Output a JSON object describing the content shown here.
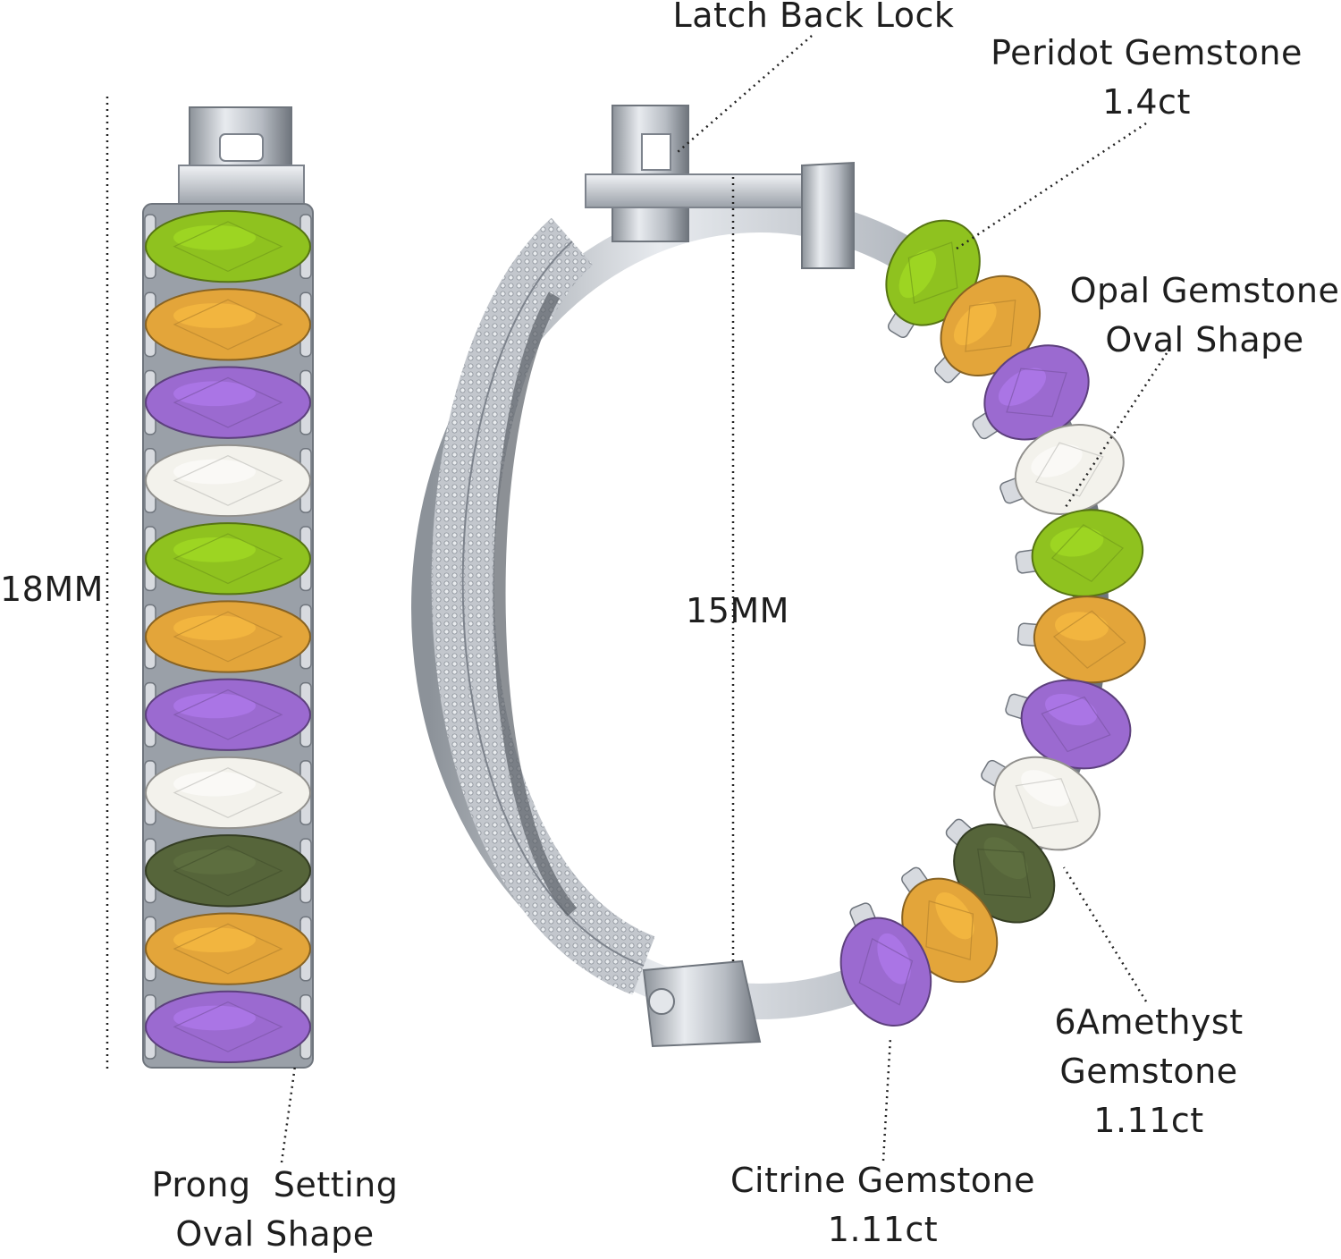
{
  "labels": {
    "latch": "Latch Back Lock",
    "peridot": [
      "Peridot Gemstone",
      "1.4ct"
    ],
    "opal": [
      "Opal Gemstone",
      "Oval Shape"
    ],
    "amethyst": [
      "6Amethyst",
      "Gemstone",
      "1.11ct"
    ],
    "citrine": [
      "Citrine Gemstone",
      "1.11ct"
    ],
    "prong": [
      "Prong  Setting",
      "Oval Shape"
    ],
    "height": "18MM",
    "diameter": "15MM"
  },
  "colors": {
    "metal": "#c9cdd3",
    "metal_dark": "#7d838c",
    "peridot": "#8fc21f",
    "citrine": "#e3a53a",
    "amethyst": "#9b6ad0",
    "opal": "#f3f2ec",
    "tourmaline": "#56653a",
    "line": "#222222"
  },
  "side_stones": [
    "peridot",
    "citrine",
    "amethyst",
    "opal",
    "peridot",
    "citrine",
    "amethyst",
    "opal",
    "tourmaline",
    "citrine",
    "amethyst"
  ],
  "hoop_stones": [
    "peridot",
    "citrine",
    "amethyst",
    "opal",
    "peridot",
    "citrine",
    "amethyst",
    "opal",
    "tourmaline",
    "citrine",
    "amethyst"
  ]
}
